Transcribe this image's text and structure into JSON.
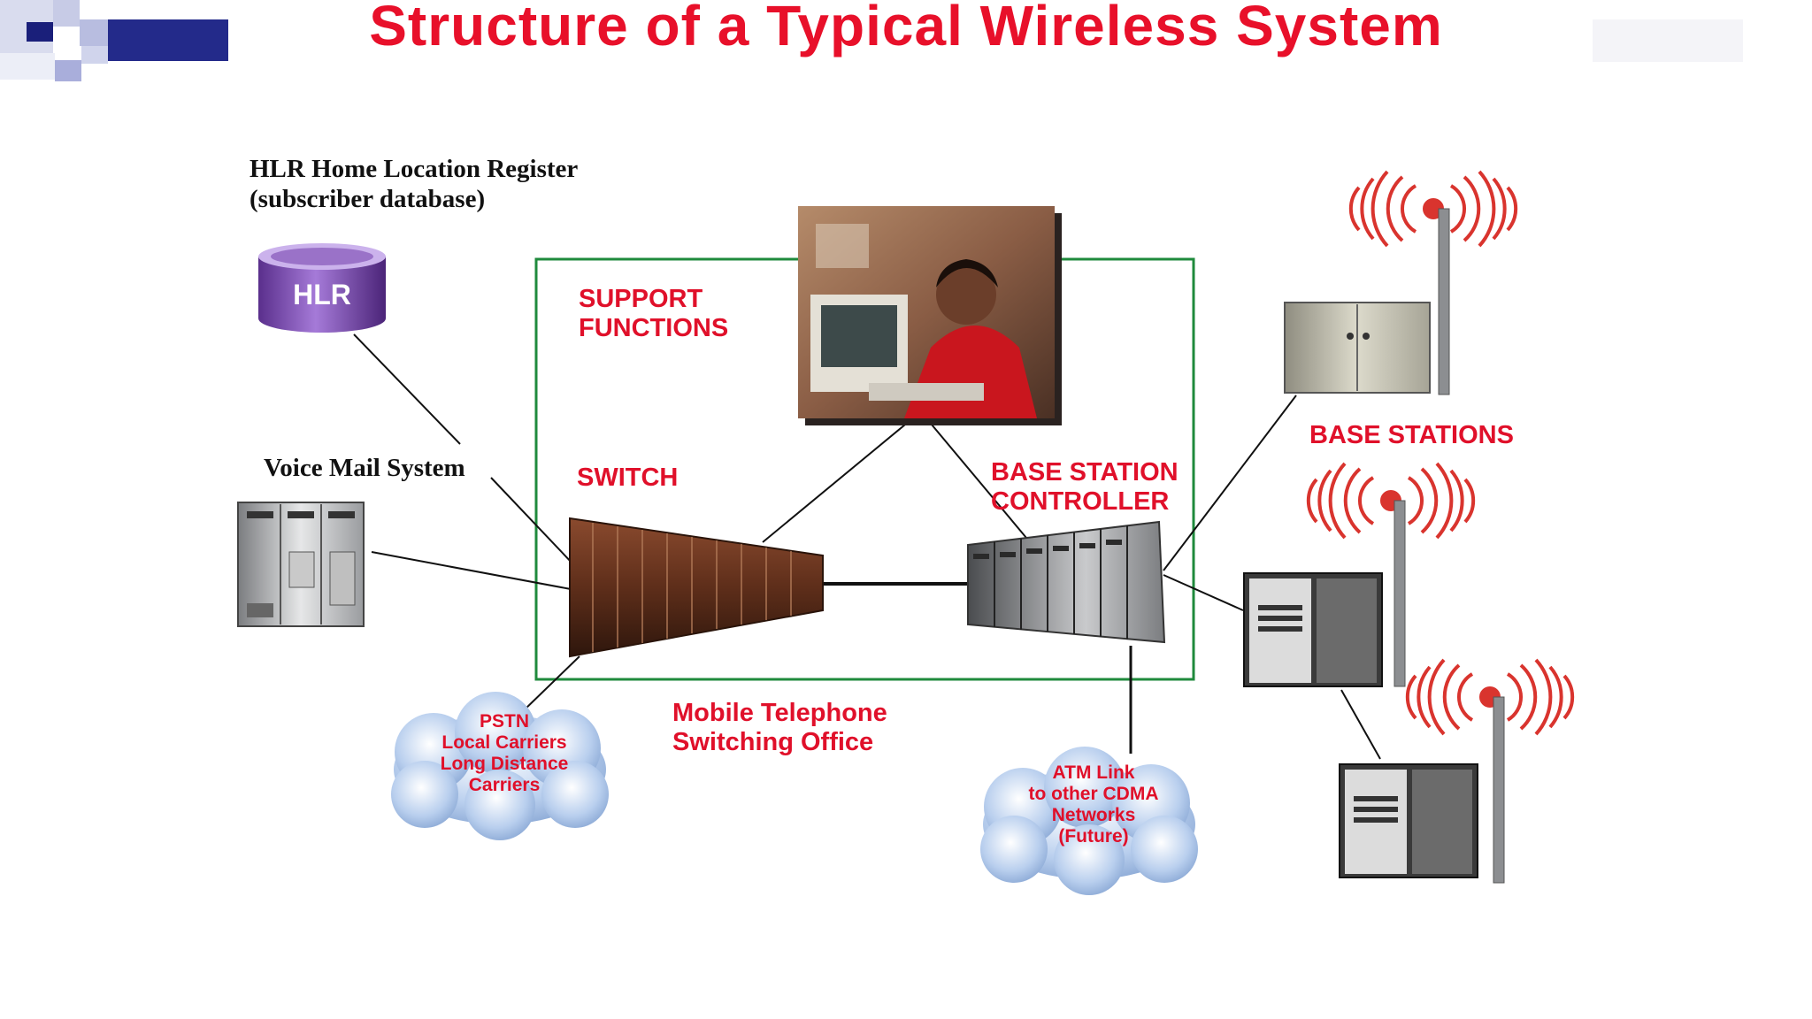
{
  "slide": {
    "title": "Structure of a Typical Wireless System",
    "title_color": "#e8102a",
    "label_color": "#e0102a",
    "box_color": "#1f8a3c"
  },
  "labels": {
    "hlr_line1": "HLR  Home Location Register",
    "hlr_line2": "(subscriber database)",
    "hlr_cylinder": "HLR",
    "voice_mail": "Voice Mail System",
    "support_line1": "SUPPORT",
    "support_line2": "FUNCTIONS",
    "switch": "SWITCH",
    "bsc_line1": "BASE STATION",
    "bsc_line2": "CONTROLLER",
    "base_stations": "BASE STATIONS",
    "mtso_line1": "Mobile Telephone",
    "mtso_line2": "Switching Office"
  },
  "clouds": {
    "pstn": [
      "PSTN",
      "Local Carriers",
      "Long Distance",
      "Carriers"
    ],
    "atm": [
      "ATM Link",
      "to other CDMA",
      "Networks",
      "(Future)"
    ]
  },
  "icons": [
    "logo-squares-icon",
    "database-cylinder-icon",
    "server-rack-icon",
    "operator-photo-icon",
    "switch-cabinet-icon",
    "controller-rack-icon",
    "base-station-cabinet-icon",
    "radio-waves-icon",
    "cloud-icon"
  ]
}
